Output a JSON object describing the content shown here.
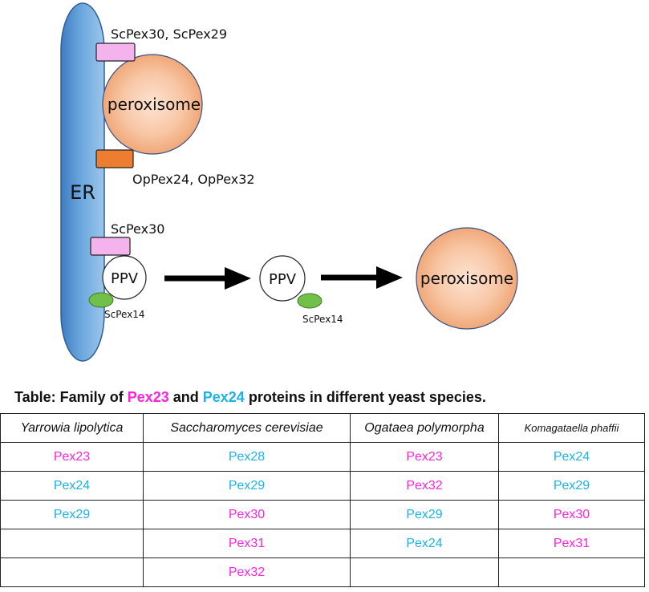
{
  "diagram": {
    "er_label": "ER",
    "label_pex30_29": "ScPex30, ScPex29",
    "peroxisome_label": "peroxisome",
    "label_op": "OpPex24, OpPex32",
    "label_scpex30": "ScPex30",
    "ppv_label": "PPV",
    "scpex14_label": "ScPex14",
    "ppv2_label": "PPV",
    "scpex14_label2": "ScPex14",
    "peroxisome2_label": "peroxisome",
    "colors": {
      "er": "#5b9bd5",
      "pink_box": "#f5b3ee",
      "orange_box": "#ed7d31",
      "peroxisome": "#f4b183",
      "pex14": "#70c04a",
      "pex23": "#ff22dd",
      "pex24": "#1ab3e6"
    }
  },
  "table": {
    "title_prefix": "Table: Family of ",
    "title_pex23": "Pex23",
    "title_and": " and ",
    "title_pex24": "Pex24",
    "title_suffix": " proteins in different yeast species.",
    "headers": [
      "Yarrowia lipolytica",
      "Saccharomyces cerevisiae",
      "Ogataea polymorpha",
      "Komagataella phaffii"
    ],
    "rows": [
      [
        {
          "text": "Pex23",
          "family": "Pex23"
        },
        {
          "text": "Pex28",
          "family": "Pex24"
        },
        {
          "text": "Pex23",
          "family": "Pex23"
        },
        {
          "text": "Pex24",
          "family": "Pex24"
        }
      ],
      [
        {
          "text": "Pex24",
          "family": "Pex24"
        },
        {
          "text": "Pex29",
          "family": "Pex24"
        },
        {
          "text": "Pex32",
          "family": "Pex23"
        },
        {
          "text": "Pex29",
          "family": "Pex24"
        }
      ],
      [
        {
          "text": "Pex29",
          "family": "Pex24"
        },
        {
          "text": "Pex30",
          "family": "Pex23"
        },
        {
          "text": "Pex29",
          "family": "Pex24"
        },
        {
          "text": "Pex30",
          "family": "Pex23"
        }
      ],
      [
        {
          "text": "",
          "family": ""
        },
        {
          "text": "Pex31",
          "family": "Pex23"
        },
        {
          "text": "Pex24",
          "family": "Pex24"
        },
        {
          "text": "Pex31",
          "family": "Pex23"
        }
      ],
      [
        {
          "text": "",
          "family": ""
        },
        {
          "text": "Pex32",
          "family": "Pex23"
        },
        {
          "text": "",
          "family": ""
        },
        {
          "text": "",
          "family": ""
        }
      ]
    ]
  }
}
